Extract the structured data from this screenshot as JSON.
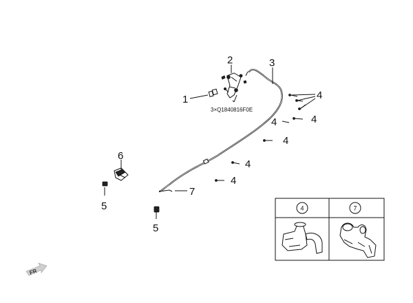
{
  "callouts": {
    "c1": "1",
    "c2": "2",
    "c3": "3",
    "c4a": "4",
    "c4b": "4",
    "c4c": "4",
    "c4d": "4",
    "c4e": "4",
    "c4f": "4",
    "c5a": "5",
    "c5b": "5",
    "c6": "6",
    "c7": "7"
  },
  "bolt_note": "3×Q1840816F0E",
  "legend": {
    "items": [
      {
        "label": "4"
      },
      {
        "label": "7"
      }
    ]
  },
  "fr_label": "FR"
}
